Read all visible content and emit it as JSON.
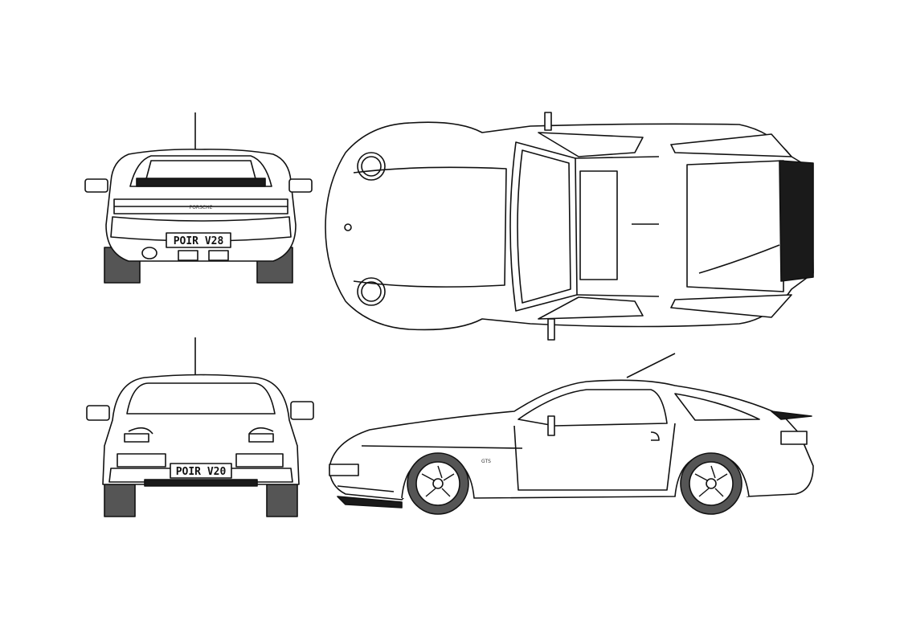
{
  "views": {
    "rear": {
      "plate": "POIR V28",
      "badge": "PORSCHE"
    },
    "front": {
      "plate": "POIR V20"
    },
    "side": {
      "badge": "GTS"
    }
  },
  "colors": {
    "line": "#111111",
    "fill": "#ffffff",
    "tire": "#555555",
    "spoiler": "#1a1a1a"
  }
}
